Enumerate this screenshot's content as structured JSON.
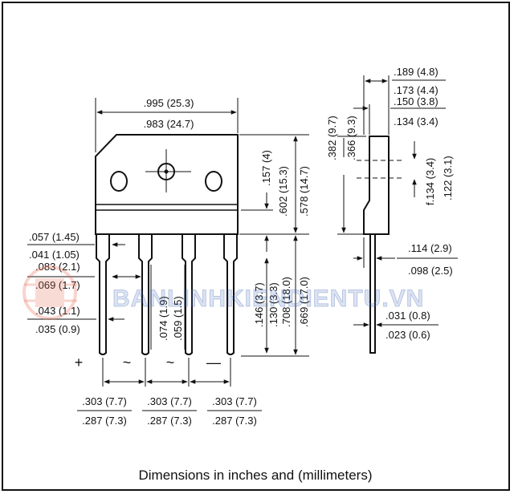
{
  "caption": "Dimensions in inches and (millimeters)",
  "watermark": {
    "text": "BANLINHKIENDIENTU.VN",
    "color": "#4a6fb8",
    "logo_color": "#e8705a",
    "logo_icon": "chip-logo-icon"
  },
  "front_view": {
    "overall_width_max": ".995 (25.3)",
    "overall_width_min": ".983 (24.7)",
    "body_height_max": ".602 (15.3)",
    "body_height_min": ".578 (14.7)",
    "hole_offset": ".157 (4)",
    "lead_length_max": ".708 (18.0)",
    "lead_length_min": ".669 (17.0)",
    "lead_shoulder_max": ".146 (3.7)",
    "lead_shoulder_min": ".130 (3.3)",
    "lead_outer_width_max": ".057 (1.45)",
    "lead_outer_width_min": ".041 (1.05)",
    "lead_wide_max": ".083 (2.1)",
    "lead_wide_min": ".069 (1.7)",
    "lead_narrow_max": ".043 (1.1)",
    "lead_narrow_min": ".035 (0.9)",
    "lead_step_max": ".074 (1.9)",
    "lead_step_min": ".059 (1.5)",
    "pitches": [
      {
        "max": ".303 (7.7)",
        "min": ".287 (7.3)"
      },
      {
        "max": ".303 (7.7)",
        "min": ".287 (7.3)"
      },
      {
        "max": ".303 (7.7)",
        "min": ".287 (7.3)"
      }
    ],
    "pin_symbols": [
      "+",
      "~",
      "~",
      "—"
    ]
  },
  "side_view": {
    "thickness_max": ".189 (4.8)",
    "thickness_min": ".173 (4.4)",
    "tab_max": ".150 (3.8)",
    "tab_min": ".134 (3.4)",
    "height_max": ".382 (9.7)",
    "height_min": ".366 (9.3)",
    "hole_dia_max": "f.134 (3.4)",
    "hole_dia_min": ".122 (3.1)",
    "lead_offset_max": ".114 (2.9)",
    "lead_offset_min": ".098 (2.5)",
    "lead_thickness_max": ".031 (0.8)",
    "lead_thickness_min": ".023 (0.6)"
  }
}
